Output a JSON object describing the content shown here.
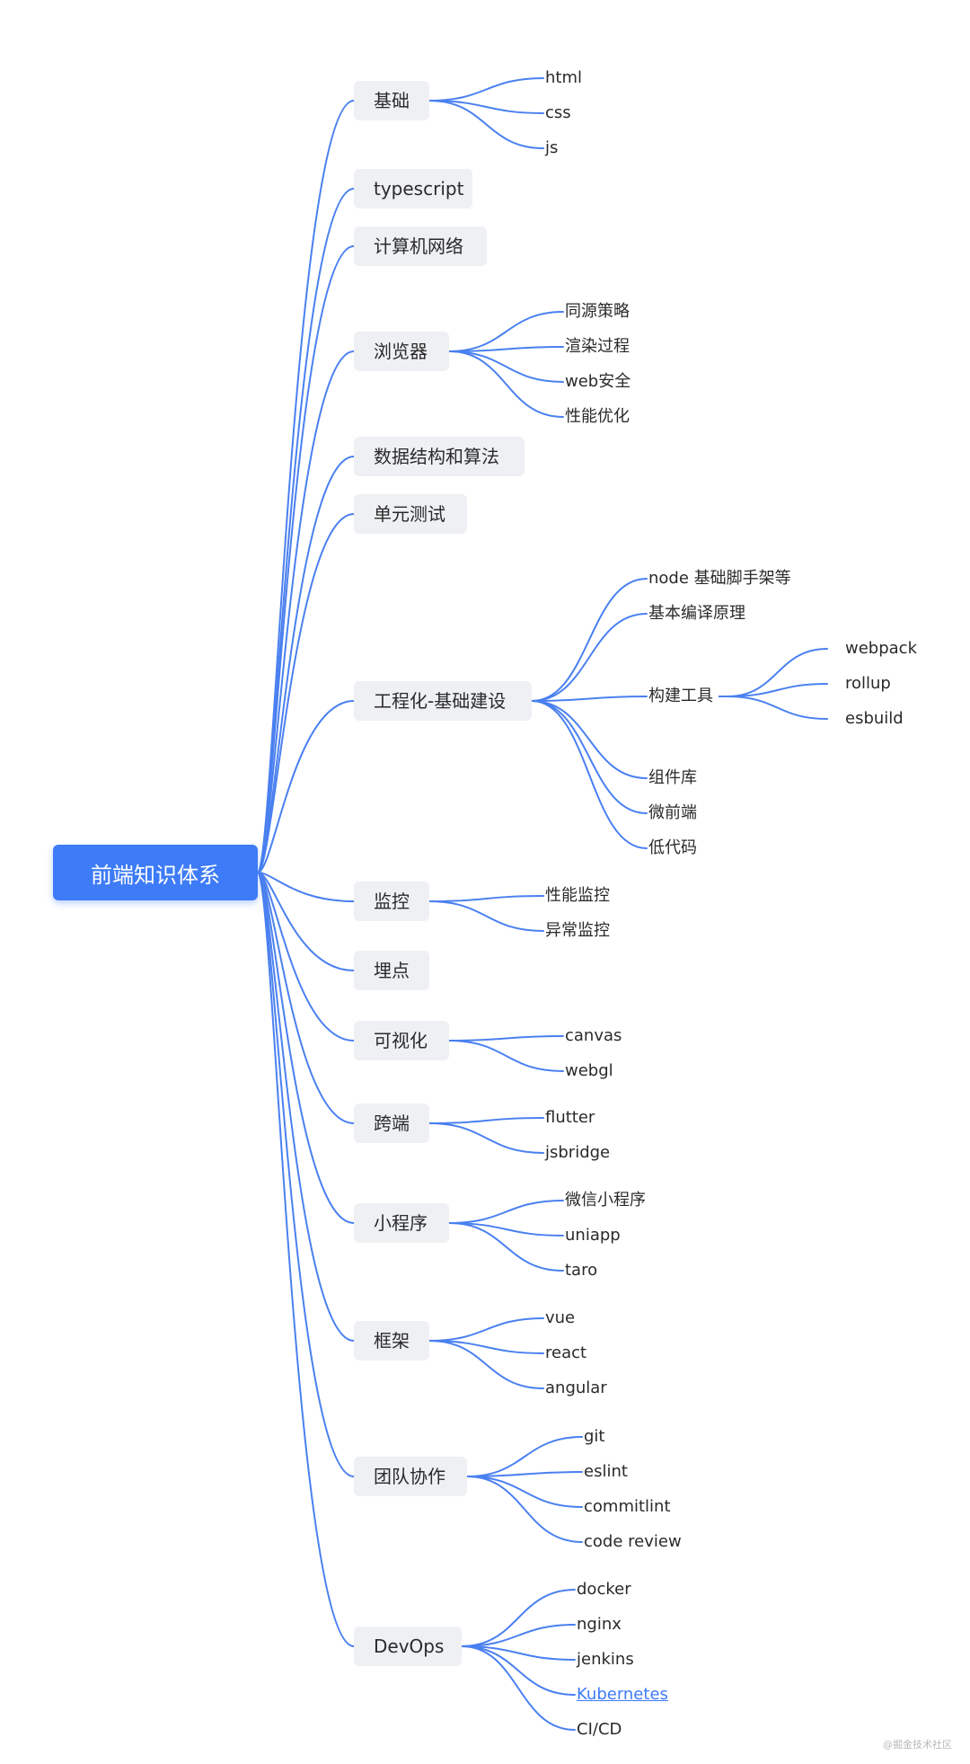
{
  "root": "前端知识体系",
  "line_color": "#4a80f0",
  "branches": [
    {
      "label": "基础",
      "children": [
        "html",
        "css",
        "js"
      ]
    },
    {
      "label": "typescript",
      "children": []
    },
    {
      "label": "计算机网络",
      "children": []
    },
    {
      "label": "浏览器",
      "children": [
        "同源策略",
        "渲染过程",
        "web安全",
        "性能优化"
      ]
    },
    {
      "label": "数据结构和算法",
      "children": []
    },
    {
      "label": "单元测试",
      "children": []
    },
    {
      "label": "工程化-基础建设",
      "children": [
        "node 基础脚手架等",
        "基本编译原理",
        "构建工具",
        "组件库",
        "微前端",
        "低代码"
      ]
    },
    {
      "label": "监控",
      "children": [
        "性能监控",
        "异常监控"
      ]
    },
    {
      "label": "埋点",
      "children": []
    },
    {
      "label": "可视化",
      "children": [
        "canvas",
        "webgl"
      ]
    },
    {
      "label": "跨端",
      "children": [
        "flutter",
        "jsbridge"
      ]
    },
    {
      "label": "小程序",
      "children": [
        "微信小程序",
        "uniapp",
        "taro"
      ]
    },
    {
      "label": "框架",
      "children": [
        "vue",
        "react",
        "angular"
      ]
    },
    {
      "label": "团队协作",
      "children": [
        "git",
        "eslint",
        "commitlint",
        "code review"
      ]
    },
    {
      "label": "DevOps",
      "children": [
        "docker",
        "nginx",
        "jenkins",
        "Kubernetes",
        "CI/CD"
      ]
    }
  ],
  "build_tools": [
    "webpack",
    "rollup",
    "esbuild"
  ],
  "watermark": "@掘金技术社区"
}
